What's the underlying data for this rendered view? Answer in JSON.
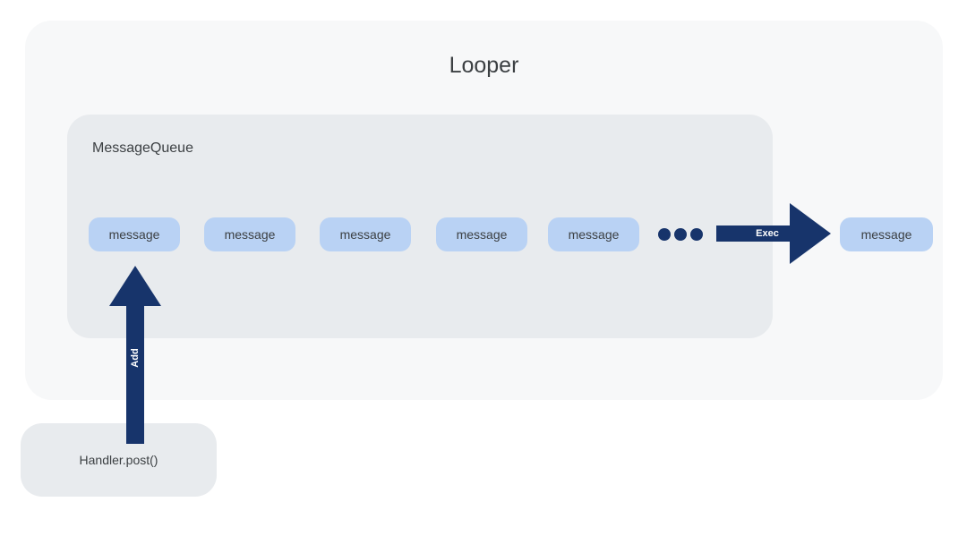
{
  "diagram": {
    "looper": {
      "title": "Looper"
    },
    "message_queue": {
      "title": "MessageQueue",
      "messages": [
        "message",
        "message",
        "message",
        "message",
        "message"
      ],
      "ellipsis_dot_count": 3
    },
    "exec_arrow": {
      "label": "Exec",
      "direction": "right"
    },
    "executed_message": {
      "label": "message"
    },
    "add_arrow": {
      "label": "Add",
      "direction": "up"
    },
    "handler": {
      "label": "Handler.post()"
    }
  },
  "colors": {
    "canvas_bg": "#ffffff",
    "looper_bg": "#f7f8f9",
    "queue_bg": "#e8ebee",
    "message_bg": "#b9d2f4",
    "arrow": "#17346b",
    "label_text": "#3c4043",
    "arrow_label_text": "#ffffff"
  }
}
